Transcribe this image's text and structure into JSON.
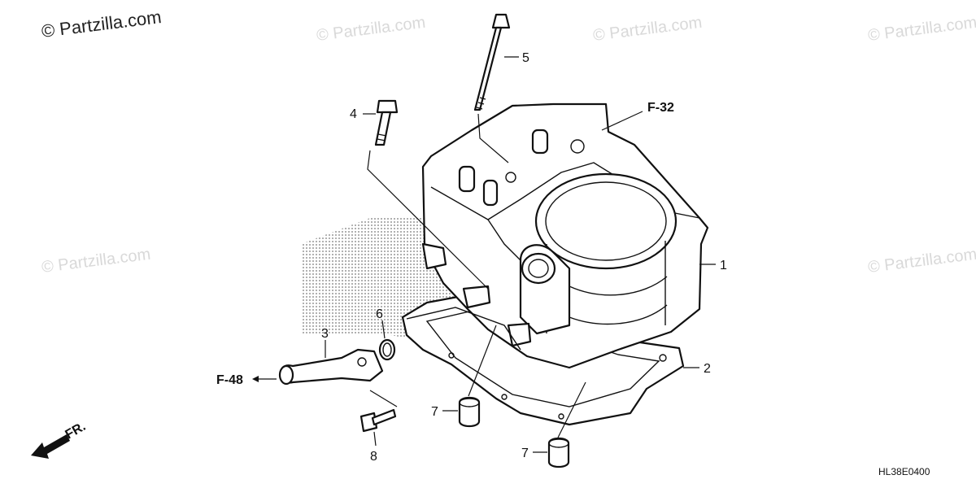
{
  "watermarks": {
    "main": "© Partzilla.com",
    "repeat": "© Partzilla.com"
  },
  "callouts": {
    "c1": "1",
    "c2": "2",
    "c3": "3",
    "c4": "4",
    "c5": "5",
    "c6": "6",
    "c7a": "7",
    "c7b": "7",
    "c8": "8"
  },
  "references": {
    "f32": "F-32",
    "f48": "F-48",
    "front": "FR."
  },
  "diagram_code": "HL38E0400",
  "colors": {
    "line": "#111111",
    "watermark": "#d9d9d9",
    "background": "#ffffff"
  }
}
